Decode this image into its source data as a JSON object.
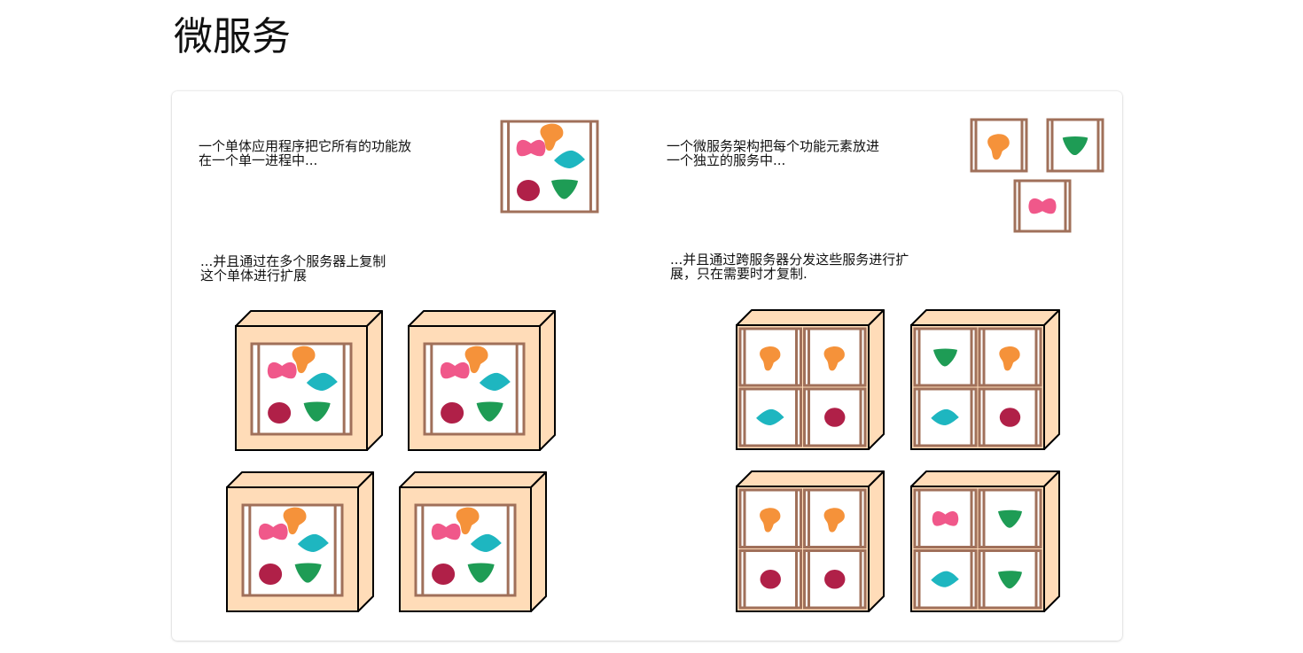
{
  "page": {
    "title": "微服务"
  },
  "diagram": {
    "captions": {
      "monolith_intro": {
        "line1": "一个单体应用程序把它所有的功能放",
        "line2": "在一个单一进程中..."
      },
      "microservice_intro": {
        "line1": "一个微服务架构把每个功能元素放进",
        "line2": "一个独立的服务中..."
      },
      "monolith_scale": {
        "line1": "...并且通过在多个服务器上复制",
        "line2": "这个单体进行扩展"
      },
      "microservice_scale": {
        "line1": "...并且通过跨服务器分发这些服务进行扩",
        "line2": "展，只在需要时才复制."
      }
    },
    "colors": {
      "server_fill": "#FFDCB8",
      "frame_brown": "#A0705A",
      "pink": "#F0588A",
      "orange": "#F5923A",
      "teal": "#1EB6C0",
      "crimson": "#B02048",
      "green": "#1E9C55"
    }
  }
}
